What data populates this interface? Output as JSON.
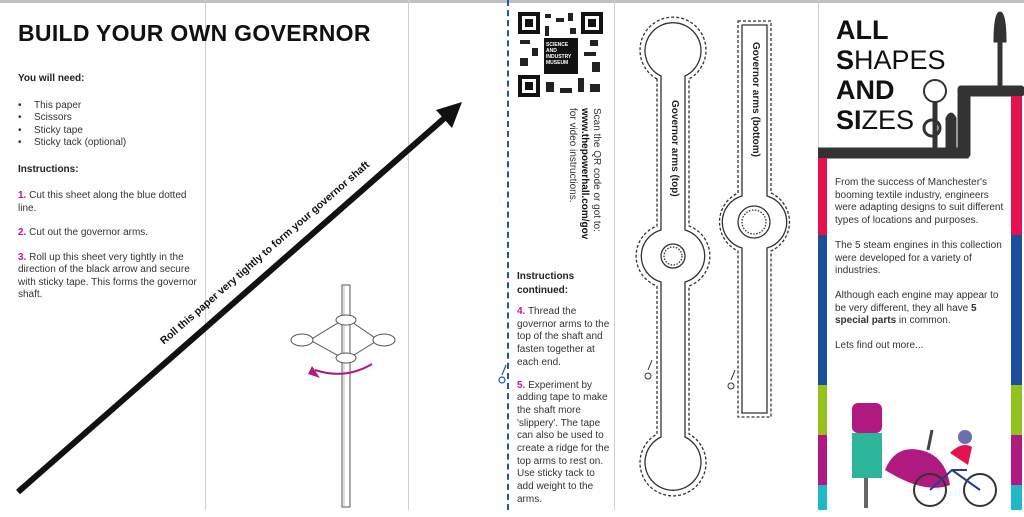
{
  "left_panel": {
    "title": "BUILD YOUR OWN GOVERNOR",
    "you_will_need_heading": "You will need:",
    "materials": [
      "This paper",
      "Scissors",
      "Sticky tape",
      "Sticky tack (optional)"
    ],
    "instructions_heading": "Instructions:",
    "steps": [
      {
        "num": "1.",
        "text": " Cut this sheet along the blue dotted line."
      },
      {
        "num": "2.",
        "text": " Cut out the governor arms."
      },
      {
        "num": "3.",
        "text": " Roll up this sheet very tightly in the direction of the black arrow and secure with sticky tape.  This forms the governor shaft."
      }
    ],
    "arrow_label": "Roll this paper very tightly to form your governor shaft"
  },
  "qr_panel": {
    "qr_logo_text": "SCIENCE AND INDUSTRY MUSEUM",
    "scan_line1": "Scan the QR code or got to:",
    "scan_url": "www.thepowerhall.com/gov",
    "scan_line3": "for video instructions.",
    "continued_heading": "Instructions continued:",
    "steps": [
      {
        "num": "4.",
        "text": " Thread the governor arms to the top of the shaft and fasten together at each end."
      },
      {
        "num": "5.",
        "text": " Experiment by adding tape to make the shaft more 'slippery'. The tape can also be used to create a ridge for the top arms to rest on. Use sticky tack to add weight to the arms."
      }
    ]
  },
  "arms_panel": {
    "top_label": "Governor arms (top)",
    "bottom_label": "Governor arms (bottom)"
  },
  "right_panel": {
    "title": {
      "l1a": "ALL",
      "l2a": "S",
      "l2b": "HAPES",
      "l3a": "AND",
      "l4a": "SI",
      "l4b": "ZES"
    },
    "para1": "From the success of Manchester's booming textile industry, engineers were adapting designs to suit different types of locations and purposes.",
    "para2": "The 5 steam engines in this collection were developed for a variety of industries.",
    "para3_a": "Although each engine may appear to be very different, they all have ",
    "para3_bold": "5 special parts",
    "para3_b": " in common.",
    "para4": "Lets find out more..."
  },
  "colors": {
    "magenta": "#c3168f",
    "red": "#e4134f",
    "blue": "#1d4e9b",
    "green": "#95c11f",
    "purple": "#b0197f",
    "teal": "#1fb8c9",
    "cut_line": "#2255aa"
  }
}
